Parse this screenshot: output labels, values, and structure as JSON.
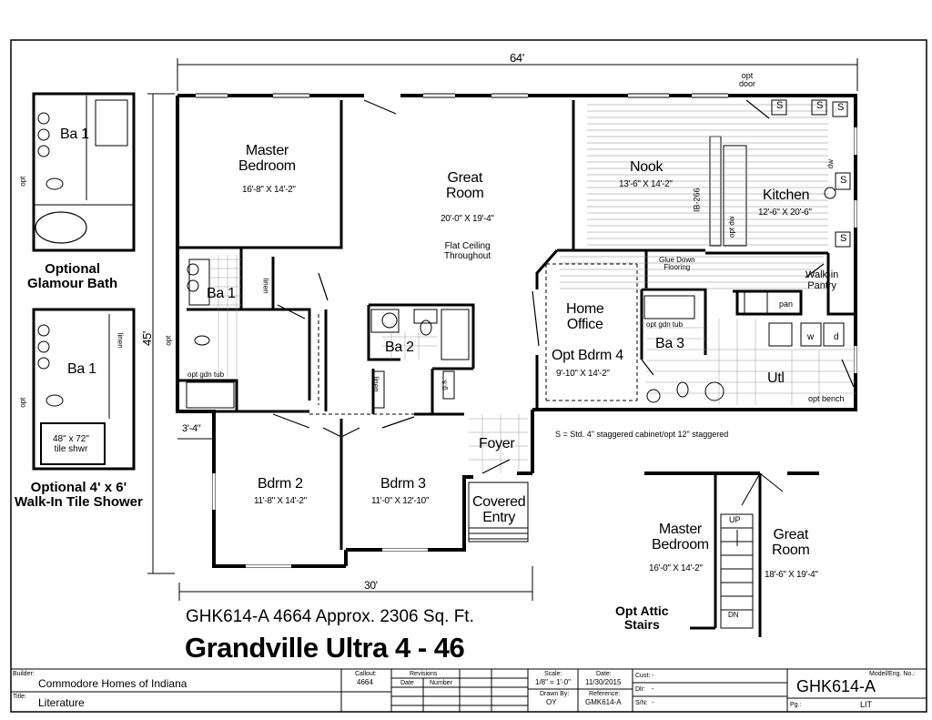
{
  "header": {
    "dim_width_64": "64'",
    "dim_depth_45": "45'",
    "dim_30": "30'",
    "dim_3_4": "3'-4\"",
    "opt_door": "opt\ndoor"
  },
  "rooms": {
    "master_bedroom": {
      "name": "Master\nBedroom",
      "size": "16'-8\" X 14'-2\""
    },
    "great_room": {
      "name": "Great\nRoom",
      "size": "20'-0\" X 19'-4\"",
      "note": "Flat Ceiling\nThroughout"
    },
    "nook": {
      "name": "Nook",
      "size": "13'-6\" X 14'-2\""
    },
    "kitchen": {
      "name": "Kitchen",
      "size": "12'-6\" X 20'-6\""
    },
    "home_office": {
      "name": "Home\nOffice",
      "opt": "Opt Bdrm 4",
      "size": "9'-10\" X 14'-2\""
    },
    "ba1": {
      "name": "Ba 1"
    },
    "ba2": {
      "name": "Ba 2"
    },
    "ba3": {
      "name": "Ba 3"
    },
    "utl": {
      "name": "Utl"
    },
    "bdrm2": {
      "name": "Bdrm 2",
      "size": "11'-8\" X 14'-2\""
    },
    "bdrm3": {
      "name": "Bdrm 3",
      "size": "11'-0\" X 12'-10\""
    },
    "foyer": {
      "name": "Foyer"
    },
    "covered_entry": {
      "name": "Covered\nEntry"
    },
    "walk_in_pantry": {
      "name": "Walk-in\nPantry"
    }
  },
  "labels": {
    "glue_down": "Glue Down\nFlooring",
    "linen": "linen",
    "opt_gdn_tub": "opt gdn tub",
    "opt": "opt",
    "pan": "pan",
    "opt_bench": "opt bench",
    "opt_dw": "opt dw",
    "ib": "IB-266",
    "w": "w",
    "d": "d",
    "s": "S",
    "dw": "dw",
    "gs": "g.s.",
    "stagger_note": "S = Std. 4\" staggered cabinet/opt 12\" staggered"
  },
  "options": {
    "glamour_bath": "Optional\nGlamour Bath",
    "walkin_shower": "Optional 4' x 6'\nWalk-In Tile Shower",
    "tile_shwr": "48\" x 72\"\ntile shwr",
    "ba1_a": "Ba 1",
    "ba1_b": "Ba 1"
  },
  "attic": {
    "master": "Master\nBedroom",
    "master_size": "16'-0\" X 14'-2\"",
    "great": "Great\nRoom",
    "great_size": "18'-6\" X 19'-4\"",
    "up": "UP",
    "dn": "DN",
    "title": "Opt Attic\nStairs"
  },
  "model": {
    "code_line": "GHK614-A 4664  Approx. 2306 Sq. Ft.",
    "name": "Grandville Ultra 4 - 46"
  },
  "title_block": {
    "builder_label": "Builder:",
    "builder": "Commodore Homes of Indiana",
    "title_label": "Title:",
    "title": "Literature",
    "callout_label": "Callout:",
    "callout": "4664",
    "revisions_label": "Revisions",
    "date_label": "Date",
    "number_label": "Number",
    "scale_label": "Scale:",
    "scale": "1/8\" = 1'-0\"",
    "date_label2": "Date:",
    "date": "11/30/2015",
    "drawn_label": "Drawn By:",
    "drawn": "OY",
    "reference_label": "Reference:",
    "reference": "GMK614-A",
    "cust_label": "Cust:",
    "cust": "-",
    "dlr_label": "Dlr:",
    "dlr": "-",
    "sn_label": "S/N:",
    "sn": "-",
    "model_label": "Model/Eng. No.:",
    "model_no": "GHK614-A",
    "pg_label": "Pg.:",
    "pg": "LIT"
  }
}
